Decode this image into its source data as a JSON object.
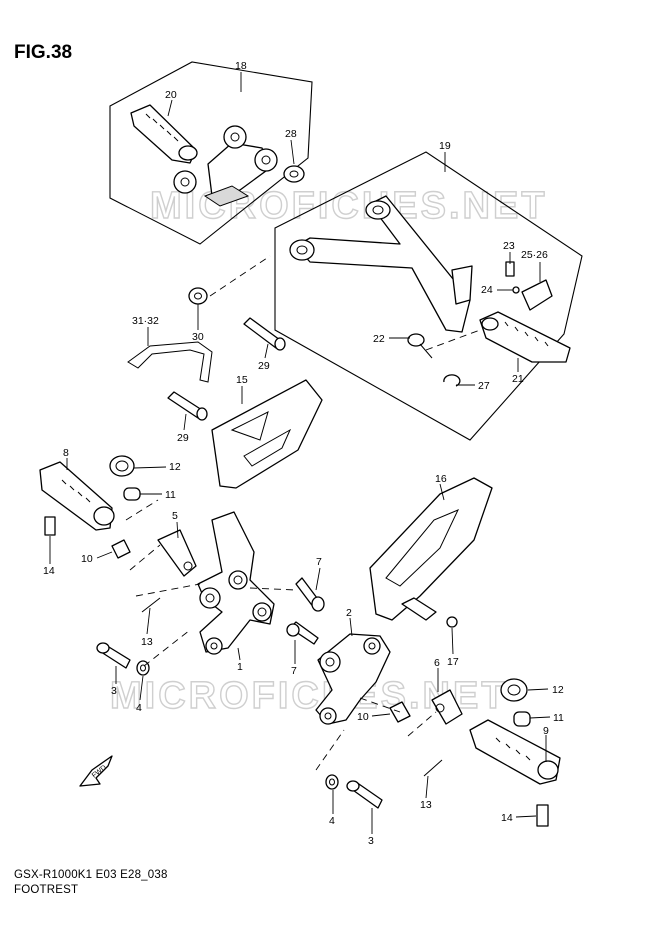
{
  "figure": {
    "title": "FIG.38",
    "model_code": "GSX-R1000K1 E03 E28_038",
    "name": "FOOTREST"
  },
  "watermark": {
    "text": "MICROFICHES.NET",
    "color": "#d0d0d0"
  },
  "direction_arrow": {
    "label": "FWD"
  },
  "callouts": [
    {
      "id": "c18",
      "text": "18"
    },
    {
      "id": "c20",
      "text": "20"
    },
    {
      "id": "c28",
      "text": "28"
    },
    {
      "id": "c19",
      "text": "19"
    },
    {
      "id": "c23",
      "text": "23"
    },
    {
      "id": "c2526",
      "text": "25·26"
    },
    {
      "id": "c24",
      "text": "24"
    },
    {
      "id": "c22",
      "text": "22"
    },
    {
      "id": "c21",
      "text": "21"
    },
    {
      "id": "c27",
      "text": "27"
    },
    {
      "id": "c3132",
      "text": "31·32"
    },
    {
      "id": "c30",
      "text": "30"
    },
    {
      "id": "c29a",
      "text": "29"
    },
    {
      "id": "c29b",
      "text": "29"
    },
    {
      "id": "c15",
      "text": "15"
    },
    {
      "id": "c8",
      "text": "8"
    },
    {
      "id": "c12a",
      "text": "12"
    },
    {
      "id": "c11a",
      "text": "11"
    },
    {
      "id": "c5",
      "text": "5"
    },
    {
      "id": "c10a",
      "text": "10"
    },
    {
      "id": "c14a",
      "text": "14"
    },
    {
      "id": "c7a",
      "text": "7"
    },
    {
      "id": "c13a",
      "text": "13"
    },
    {
      "id": "c1",
      "text": "1"
    },
    {
      "id": "c3a",
      "text": "3"
    },
    {
      "id": "c4a",
      "text": "4"
    },
    {
      "id": "c7b",
      "text": "7"
    },
    {
      "id": "c16",
      "text": "16"
    },
    {
      "id": "c2",
      "text": "2"
    },
    {
      "id": "c17",
      "text": "17"
    },
    {
      "id": "c6",
      "text": "6"
    },
    {
      "id": "c12b",
      "text": "12"
    },
    {
      "id": "c10b",
      "text": "10"
    },
    {
      "id": "c11b",
      "text": "11"
    },
    {
      "id": "c9",
      "text": "9"
    },
    {
      "id": "c13b",
      "text": "13"
    },
    {
      "id": "c14b",
      "text": "14"
    },
    {
      "id": "c4b",
      "text": "4"
    },
    {
      "id": "c3b",
      "text": "3"
    }
  ]
}
